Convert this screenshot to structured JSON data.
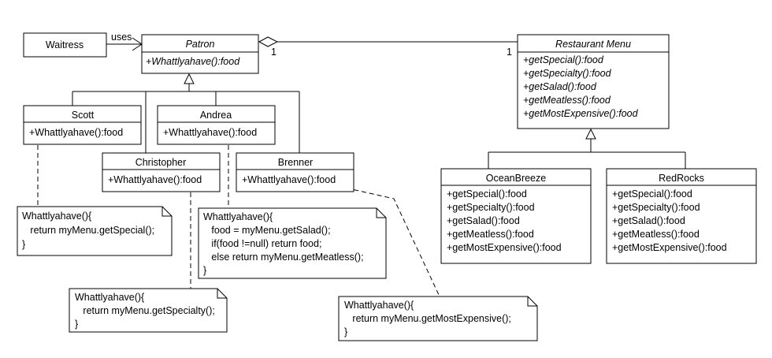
{
  "waitress": {
    "name": "Waitress"
  },
  "uses_label": "uses",
  "multiplicity": {
    "patron_end": "1",
    "menu_end": "1"
  },
  "patron": {
    "name": "Patron",
    "method": "+Whattlyahave():food"
  },
  "menu": {
    "name": "Restaurant Menu",
    "methods": [
      "+getSpecial():food",
      "+getSpecialty():food",
      "+getSalad():food",
      "+getMeatless():food",
      "+getMostExpensive():food"
    ]
  },
  "scott": {
    "name": "Scott",
    "method": "+Whattlyahave():food"
  },
  "andrea": {
    "name": "Andrea",
    "method": "+Whattlyahave():food"
  },
  "christopher": {
    "name": "Christopher",
    "method": "+Whattlyahave():food"
  },
  "brenner": {
    "name": "Brenner",
    "method": "+Whattlyahave():food"
  },
  "oceanbreeze": {
    "name": "OceanBreeze",
    "methods": [
      "+getSpecial():food",
      "+getSpecialty():food",
      "+getSalad():food",
      "+getMeatless():food",
      "+getMostExpensive():food"
    ]
  },
  "redrocks": {
    "name": "RedRocks",
    "methods": [
      "+getSpecial():food",
      "+getSpecialty():food",
      "+getSalad():food",
      "+getMeatless():food",
      "+getMostExpensive():food"
    ]
  },
  "notes": {
    "scott": [
      "Whattlyahave(){",
      "   return myMenu.getSpecial();",
      "}"
    ],
    "andrea": [
      "Whattlyahave(){",
      "   food = myMenu.getSalad();",
      "   if(food !=null) return food;",
      "   else return myMenu.getMeatless();",
      "}"
    ],
    "christopher": [
      "Whattlyahave(){",
      "   return myMenu.getSpecialty();",
      "}"
    ],
    "brenner": [
      "Whattlyahave(){",
      "   return myMenu.getMostExpensive();",
      "}"
    ]
  }
}
